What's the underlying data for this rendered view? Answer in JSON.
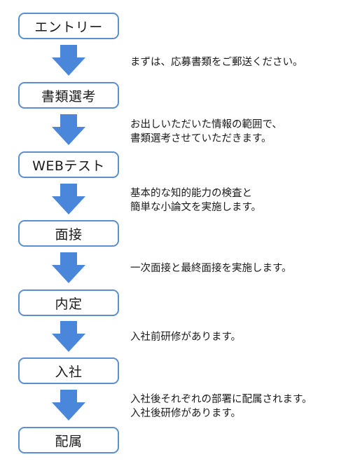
{
  "colors": {
    "border": "#5b8fce",
    "arrow": "#4a86d9",
    "text": "#1a1a1a"
  },
  "arrow_icon": "down-arrow-icon",
  "steps": [
    {
      "label": "エントリー"
    },
    {
      "label": "書類選考"
    },
    {
      "label": "WEBテスト"
    },
    {
      "label": "面接"
    },
    {
      "label": "内定"
    },
    {
      "label": "入社"
    },
    {
      "label": "配属"
    }
  ],
  "descriptions": [
    {
      "lines": [
        "まずは、応募書類をご郵送ください。"
      ]
    },
    {
      "lines": [
        "お出しいただいた情報の範囲で、",
        "書類選考させていただきます。"
      ]
    },
    {
      "lines": [
        "基本的な知的能力の検査と",
        "簡単な小論文を実施します。"
      ]
    },
    {
      "lines": [
        "一次面接と最終面接を実施します。"
      ]
    },
    {
      "lines": [
        "入社前研修があります。"
      ]
    },
    {
      "lines": [
        "入社後それぞれの部署に配属されます。",
        "入社後研修があります。"
      ]
    }
  ]
}
